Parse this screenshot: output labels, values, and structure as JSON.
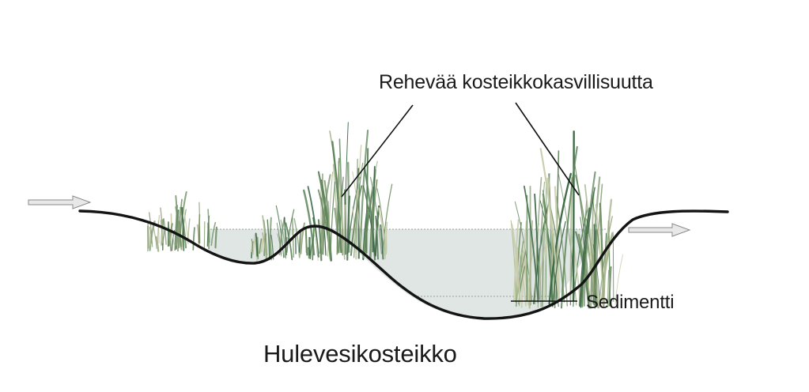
{
  "labels": {
    "vegetation": "Rehevää kosteikkokasvillisuutta",
    "sediment": "Sedimentti",
    "title": "Hulevesikosteikko"
  },
  "colors": {
    "ground_line": "#141414",
    "water_fill": "#dfe6e4",
    "water_surface_dash": "#9aa3a1",
    "arrow_fill": "#e8e8e8",
    "arrow_stroke": "#8a8a8a",
    "leader_line": "#111111",
    "grass_light": "#c8ccaa",
    "grass_mid": "#88a07a",
    "grass_dark": "#3e6a48"
  },
  "icons": {
    "inflow": "right-arrow-icon",
    "outflow": "right-arrow-icon"
  }
}
